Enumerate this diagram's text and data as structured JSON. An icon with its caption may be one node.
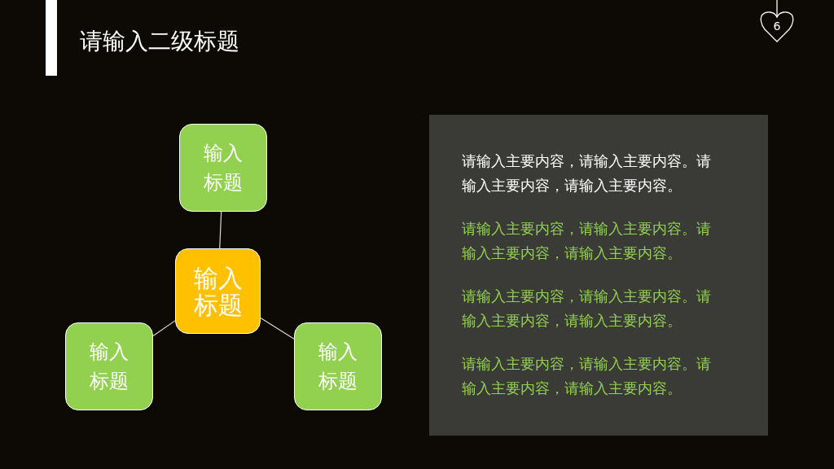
{
  "diagram": {
    "title": "请输入二级标题",
    "nodes": [
      {
        "text": [
          "6"
        ]
      },
      {
        "text": [
          "输入标题"
        ]
      },
      {
        "text": [
          "输入标题"
        ]
      },
      {
        "text": [
          "输入标题"
        ]
      },
      {
        "text": [
          "输入标题"
        ]
      },
      {
        "text": [
          "请输入主要内容，请输入主要内容。请输入主要内容，请输入主要内容。",
          "请输入主要内容，请输入主要内容。请输入主要内容，请输入主要内容。",
          "请输入主要内容，请输入主要内容。请输入主要内容，请输入主要内容。",
          "请输入主要内容，请输入主要内容。请输入主要内容，请输入主要内容。"
        ]
      },
      {
        "text": [],
        "shape": "bar"
      }
    ],
    "edges": [
      {
        "from": 2,
        "to": 1,
        "arrow": "none"
      },
      {
        "from": 2,
        "to": 3,
        "arrow": "none"
      },
      {
        "from": 2,
        "to": 4,
        "arrow": "none"
      }
    ]
  }
}
